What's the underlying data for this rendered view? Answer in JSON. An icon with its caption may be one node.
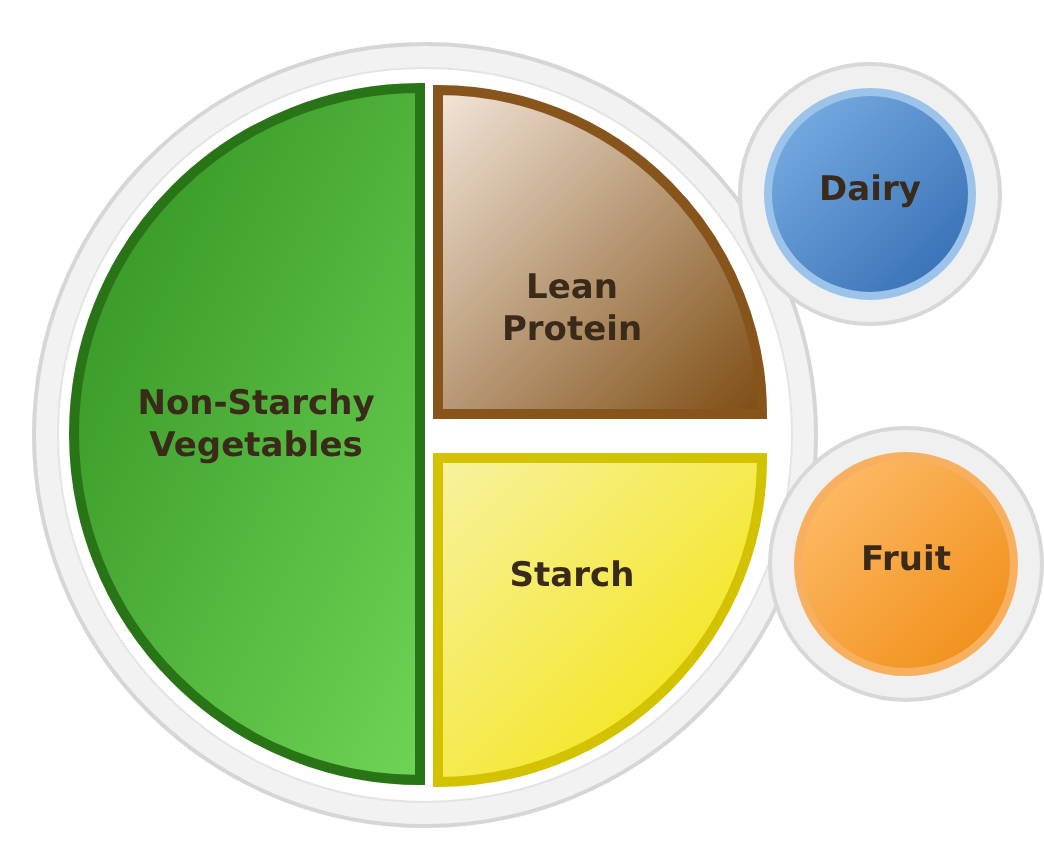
{
  "diagram": {
    "nodes": [
      {
        "text": [],
        "shape": "circle"
      },
      {
        "text": [
          "Non-Starchy Vegetables"
        ],
        "in": 0
      },
      {
        "text": [
          "Lean Protein"
        ],
        "in": 0
      },
      {
        "text": [
          "Starch"
        ],
        "in": 0
      },
      {
        "text": [
          "Dairy"
        ]
      },
      {
        "text": [
          "Fruit"
        ]
      }
    ]
  }
}
